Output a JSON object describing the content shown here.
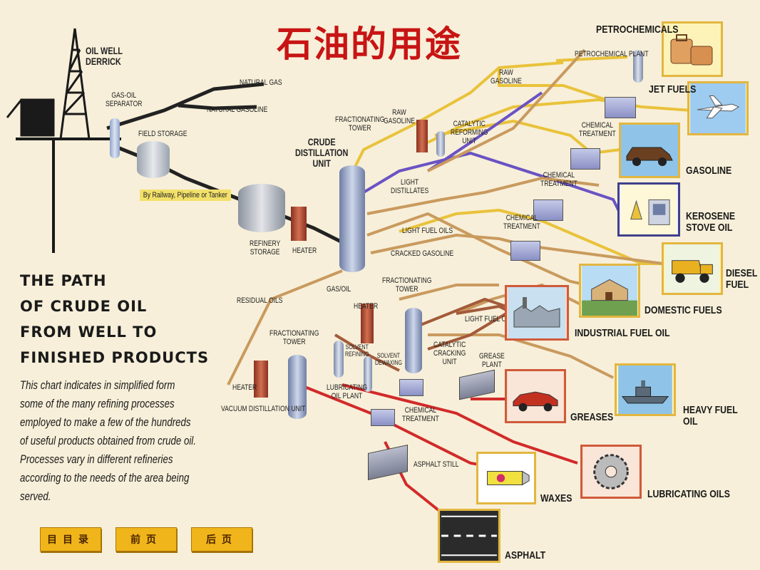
{
  "title": "石油的用途",
  "heading": "THE PATH\nOF CRUDE OIL\nFROM WELL TO\nFINISHED PRODUCTS",
  "description": "This chart indicates in simplified form some of the many refining processes employed to make a few of the hundreds of useful products obtained from crude oil. Processes vary in different refineries according to the needs of the area being served.",
  "transport_note": "By Railway, Pipeline or Tanker",
  "labels": {
    "oil_well": "OIL WELL\nDERRICK",
    "gas_oil_separator": "GAS-OIL\nSEPARATOR",
    "field_storage": "FIELD STORAGE",
    "natural_gas": "NATURAL GAS",
    "natural_gasoline": "NATURAL GASOLINE",
    "refinery_storage": "REFINERY\nSTORAGE",
    "heater1": "HEATER",
    "crude_distillation": "CRUDE\nDISTILLATION\nUNIT",
    "fractionating_tower1": "FRACTIONATING\nTOWER",
    "raw_gasoline1": "RAW\nGASOLINE",
    "raw_gasoline2": "RAW\nGASOLINE",
    "catalytic_reforming": "CATALYTIC\nREFORMING\nUNIT",
    "petrochemical_plant": "PETROCHEMICAL PLANT",
    "light_distillates": "LIGHT\nDISTILLATES",
    "chemical_treatment1": "CHEMICAL\nTREATMENT",
    "chemical_treatment2": "CHEMICAL\nTREATMENT",
    "chemical_treatment3": "CHEMICAL\nTREATMENT",
    "chemical_treatment4": "CHEMICAL\nTREATMENT",
    "light_fuel_oils": "LIGHT FUEL OILS",
    "cracked_gasoline": "CRACKED GASOLINE",
    "gas_oil": "GAS/OIL",
    "fractionating_tower2": "FRACTIONATING\nTOWER",
    "residual_oils": "RESIDUAL OILS",
    "heater2": "HEATER",
    "light_fuel_oil": "LIGHT FUEL OIL",
    "catalytic_cracking": "CATALYTIC\nCRACKING\nUNIT",
    "fractionating_tower3": "FRACTIONATING\nTOWER",
    "solvent_refining": "SOLVENT\nREFINING",
    "solvent_dewaxing": "SOLVENT\nDEWAXING",
    "lubricating_oil_plant": "LUBRICATING\nOIL PLANT",
    "heater3": "HEATER",
    "vacuum_distillation": "VACUUM DISTILLATION UNIT",
    "grease_plant": "GREASE\nPLANT",
    "asphalt_still": "ASPHALT STILL"
  },
  "products": {
    "petrochemicals": "PETROCHEMICALS",
    "jet_fuels": "JET FUELS",
    "gasoline": "GASOLINE",
    "kerosene": "KEROSENE\nSTOVE OIL",
    "diesel": "DIESEL\nFUEL",
    "domestic": "DOMESTIC FUELS",
    "industrial": "INDUSTRIAL FUEL OIL",
    "heavy": "HEAVY FUEL OIL",
    "greases": "GREASES",
    "lubricating": "LUBRICATING OILS",
    "waxes": "WAXES",
    "asphalt": "ASPHALT"
  },
  "nav": {
    "contents": "目目录",
    "prev": "前页",
    "next": "后页"
  },
  "colors": {
    "background": "#f7efd9",
    "title": "#c81414",
    "line_yellow": "#e9c23a",
    "line_purple": "#6a52c4",
    "line_tan": "#c99a5e",
    "line_red": "#d22a2a",
    "line_brown": "#a35a3a",
    "button": "#f0b51a"
  }
}
